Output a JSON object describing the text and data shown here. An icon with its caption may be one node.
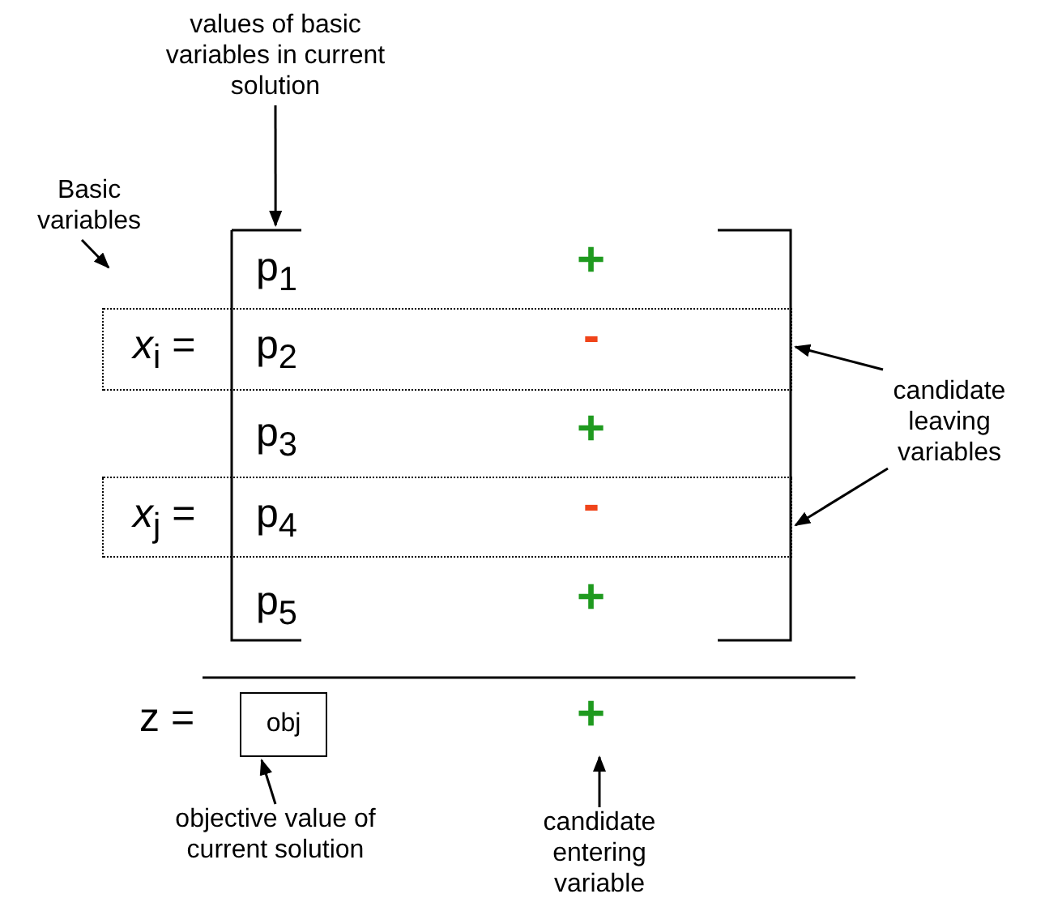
{
  "diagram": {
    "nodes": [
      {
        "text": [
          "values of basic variables in current solution"
        ]
      },
      {
        "text": [
          "Basic variables"
        ]
      },
      {
        "text": [
          "*x*$_{i}$ =",
          "p$_{2}$",
          "-"
        ]
      },
      {
        "text": [
          "candidate leaving variables"
        ]
      },
      {
        "text": [
          "*x*$_{j}$ =",
          "p$_{4}$",
          "-"
        ]
      },
      {
        "text": [
          "obj"
        ]
      },
      {
        "text": [
          "objective value of current solution"
        ]
      },
      {
        "text": [
          "candidate entering variable"
        ]
      },
      {
        "text": [],
        "shape": "bar"
      }
    ],
    "edges": [
      {
        "from": 0,
        "to": 8,
        "arrow": "to"
      },
      {
        "from": 1,
        "to": null,
        "arrow": "to"
      },
      {
        "from": 3,
        "to": 2,
        "arrow": "to"
      },
      {
        "from": 3,
        "to": 4,
        "arrow": "to"
      },
      {
        "from": 6,
        "to": 5,
        "arrow": "to"
      },
      {
        "from": 7,
        "to": null,
        "arrow": "to"
      }
    ],
    "labels": [
      "p$_{1}$",
      "+",
      "p$_{3}$",
      "+",
      "p$_{5}$",
      "+",
      "z =",
      "+"
    ]
  }
}
